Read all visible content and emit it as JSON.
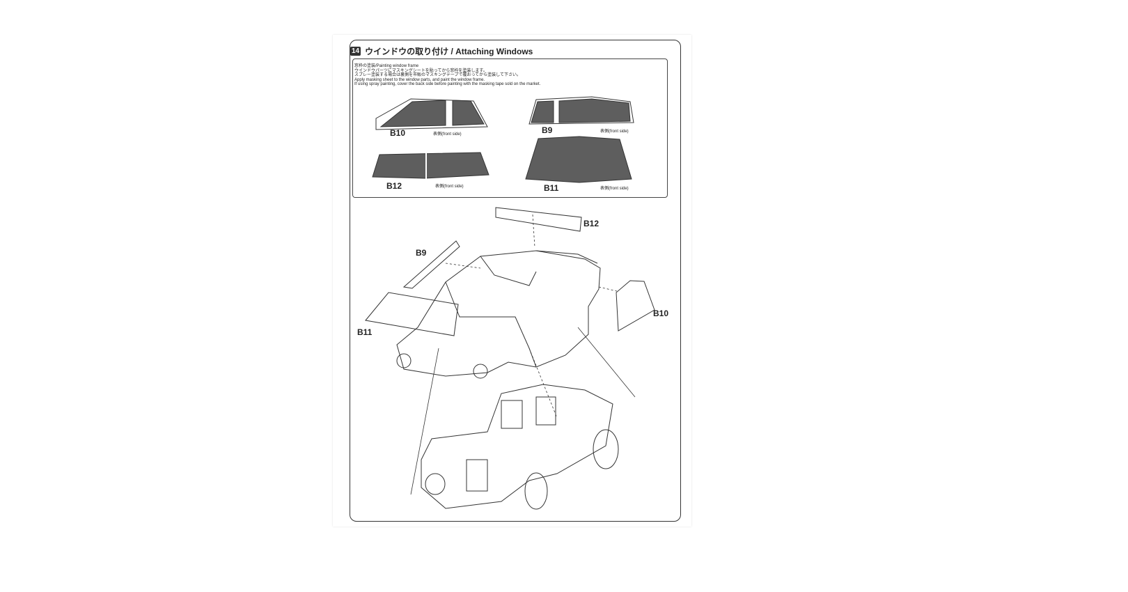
{
  "step": {
    "number": "14",
    "title": "ウインドウの取り付け / Attaching Windows"
  },
  "note": {
    "heading": "窓枠の塗装/Painting window frame",
    "lines": [
      "ウインドウパーツにマスキングシートを貼ってから窓枠を塗装します。",
      "スプレー塗装する場合は裏側を市販のマスキングテープで覆おってから塗装して下さい。",
      "Apply masking sheet to the window parts, and paint the window frame.",
      "If using spray painting, cover the back side before painting with the masking tape sold on the market."
    ]
  },
  "parts": {
    "b10": "B10",
    "b9": "B9",
    "b12": "B12",
    "b11": "B11",
    "front_side": "表側(front side)"
  },
  "assembly_labels": {
    "b12": "B12",
    "b9": "B9",
    "b10": "B10",
    "b11": "B11"
  },
  "colors": {
    "window_fill": "#5e5e5e",
    "line": "#333333"
  }
}
